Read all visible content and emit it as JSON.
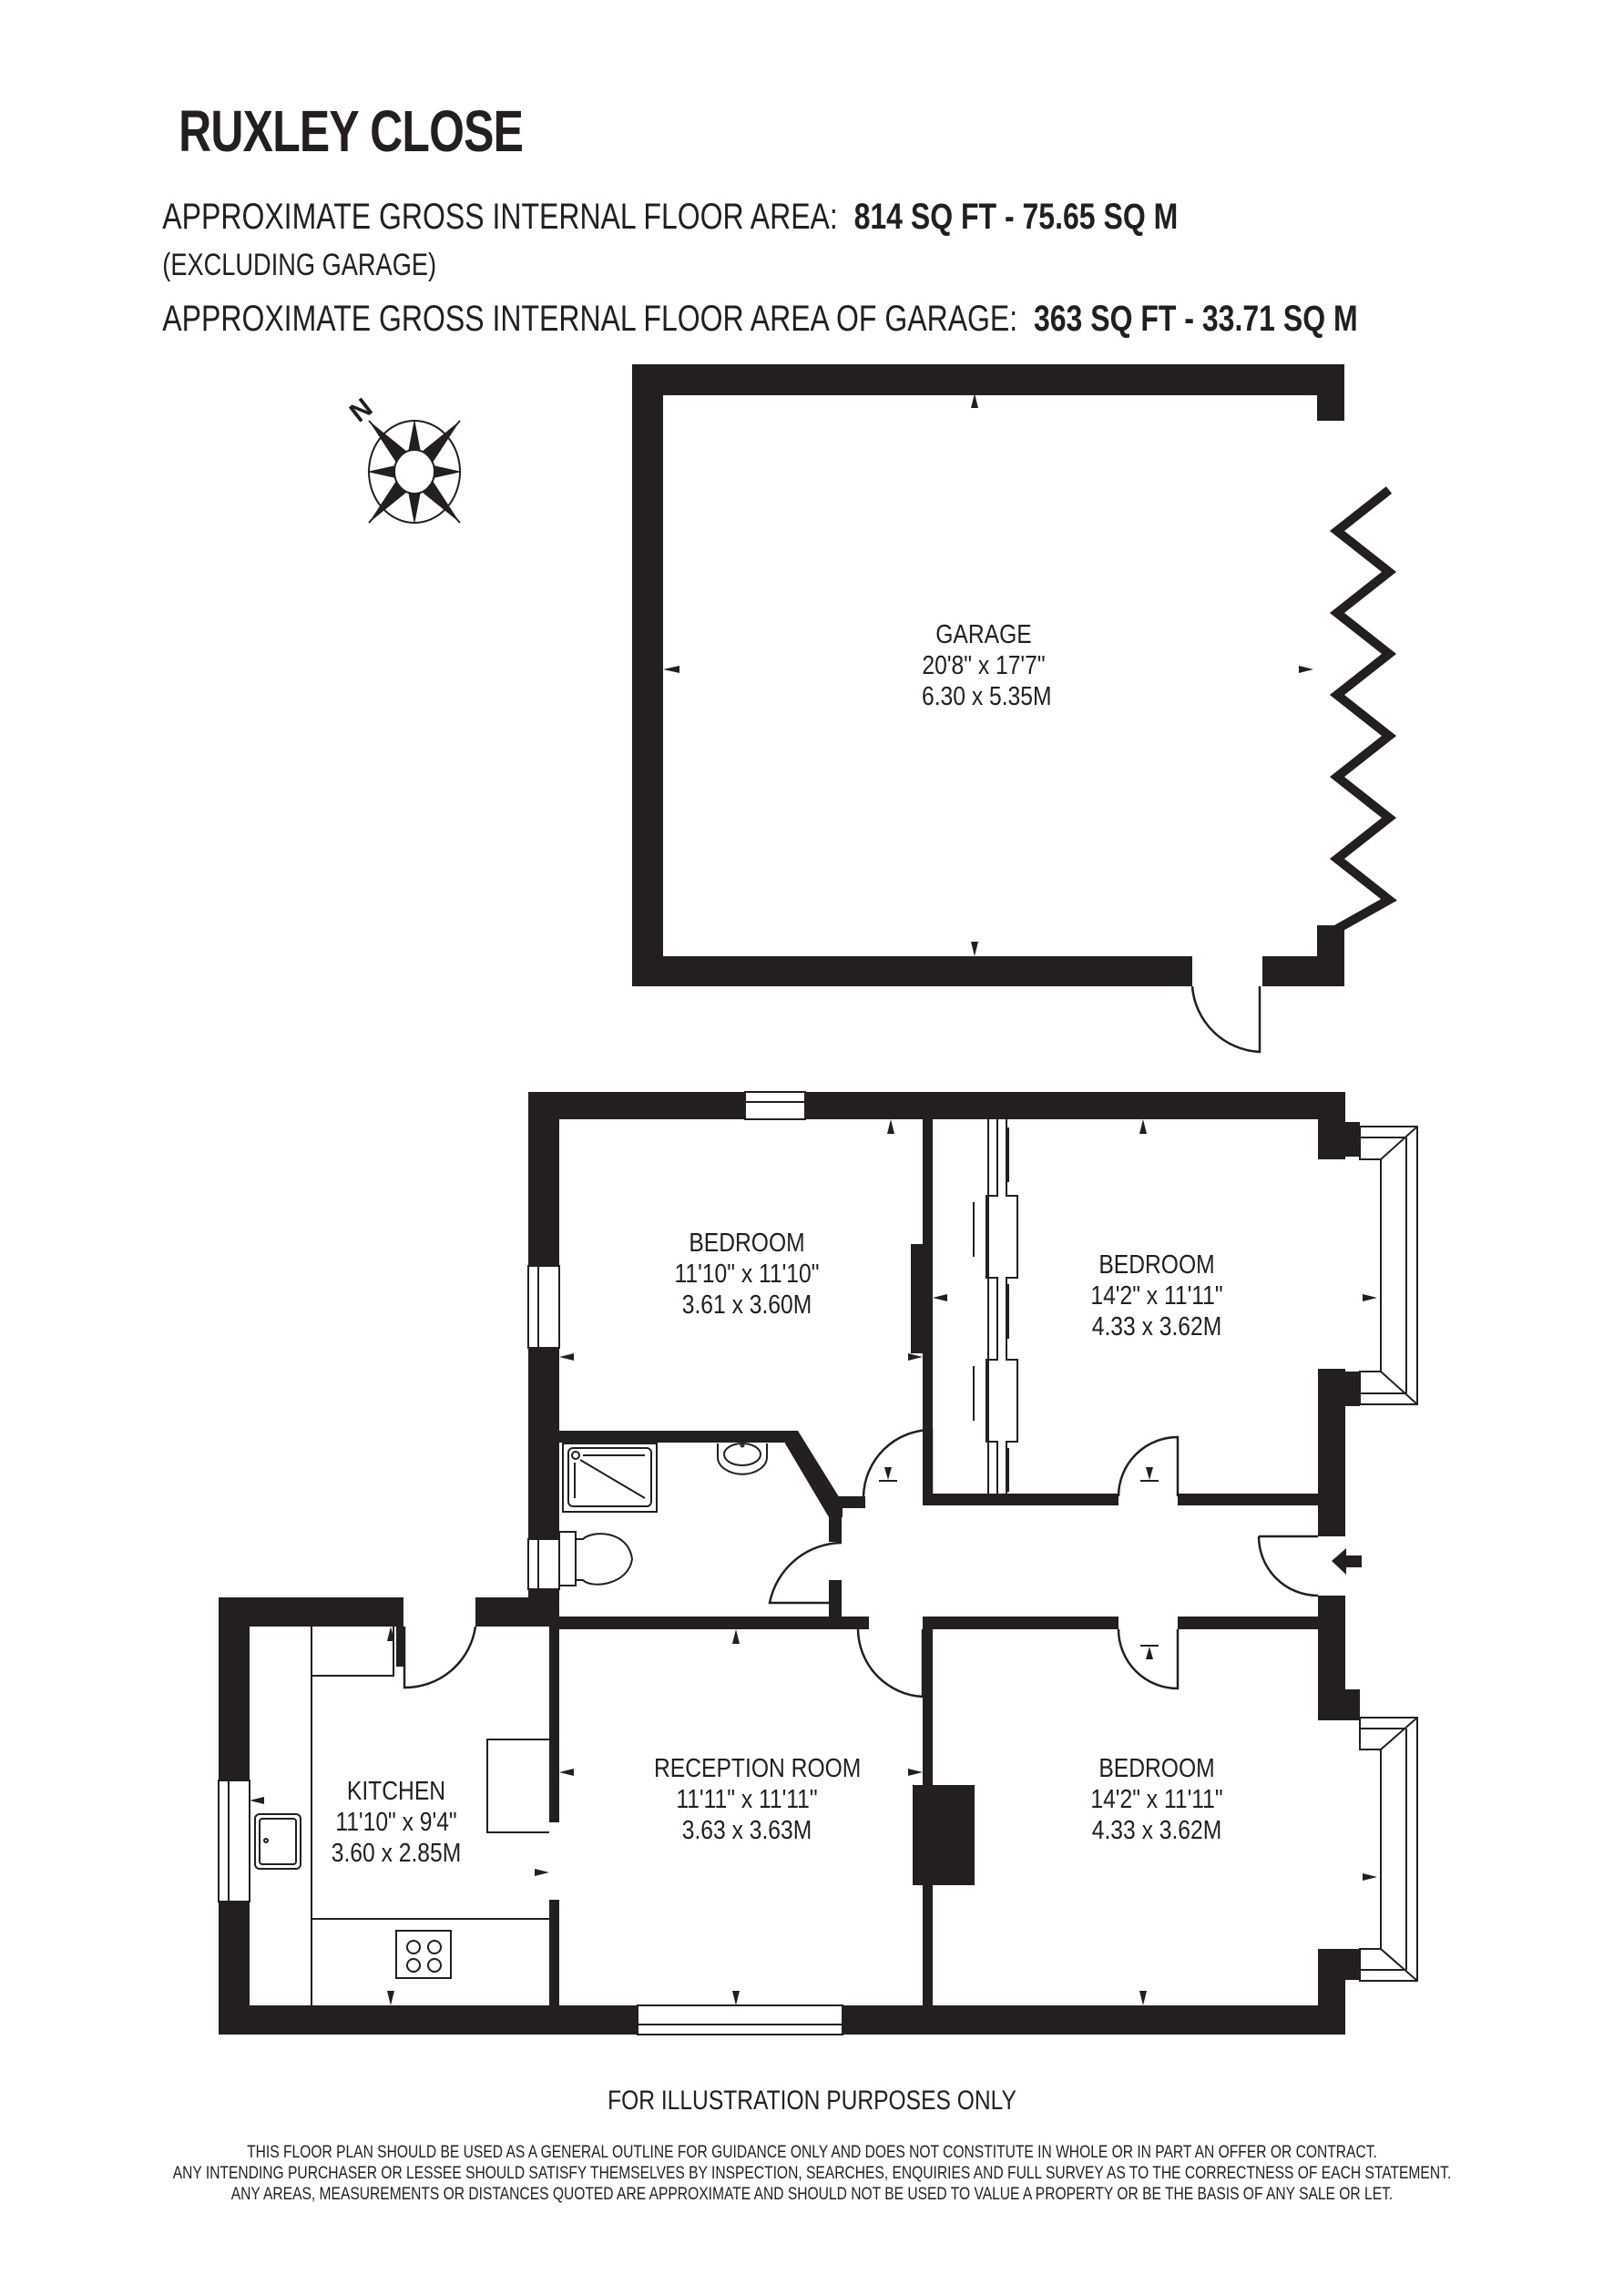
{
  "header": {
    "title": "RUXLEY CLOSE",
    "area_label": "APPROXIMATE GROSS INTERNAL FLOOR AREA:",
    "area_value": "814 SQ FT  -  75.65 SQ M",
    "area_note": "(EXCLUDING GARAGE)",
    "garage_area_label": "APPROXIMATE GROSS INTERNAL FLOOR AREA OF GARAGE:",
    "garage_area_value": "363 SQ FT  -  33.71 SQ M"
  },
  "compass": {
    "icon": "compass-rose-icon",
    "label": "N"
  },
  "rooms": {
    "garage": {
      "name": "GARAGE",
      "imperial": "20'8\" x 17'7\"",
      "metric": "6.30 x 5.35M"
    },
    "bedroom_1": {
      "name": "BEDROOM",
      "imperial": "11'10\" x 11'10\"",
      "metric": "3.61 x 3.60M"
    },
    "bedroom_2": {
      "name": "BEDROOM",
      "imperial": "14'2\" x 11'11\"",
      "metric": "4.33 x 3.62M"
    },
    "kitchen": {
      "name": "KITCHEN",
      "imperial": "11'10\" x 9'4\"",
      "metric": "3.60 x 2.85M"
    },
    "reception": {
      "name": "RECEPTION ROOM",
      "imperial": "11'11\" x 11'11\"",
      "metric": "3.63 x 3.63M"
    },
    "bedroom_3": {
      "name": "BEDROOM",
      "imperial": "14'2\" x 11'11\"",
      "metric": "4.33 x 3.62M"
    }
  },
  "icons": {
    "entrance": "entrance-arrow-icon",
    "shower": "shower-tray-icon",
    "basin": "wash-basin-icon",
    "toilet": "toilet-icon",
    "sink": "kitchen-sink-icon",
    "hob": "hob-icon",
    "garage_door": "folding-garage-door-icon"
  },
  "footer": {
    "note": "FOR ILLUSTRATION PURPOSES ONLY",
    "disclaimer": [
      "THIS FLOOR PLAN SHOULD BE USED AS A GENERAL OUTLINE FOR GUIDANCE ONLY AND DOES NOT CONSTITUTE IN WHOLE OR IN PART AN OFFER OR CONTRACT.",
      "ANY INTENDING PURCHASER OR LESSEE SHOULD SATISFY THEMSELVES BY INSPECTION, SEARCHES, ENQUIRIES AND FULL SURVEY AS TO THE CORRECTNESS OF EACH STATEMENT.",
      "ANY AREAS, MEASUREMENTS OR DISTANCES QUOTED ARE APPROXIMATE AND SHOULD NOT BE USED TO VALUE A PROPERTY OR BE THE BASIS OF ANY SALE OR LET."
    ]
  },
  "colors": {
    "wall": "#231f20",
    "background": "#ffffff",
    "text": "#231f20"
  }
}
